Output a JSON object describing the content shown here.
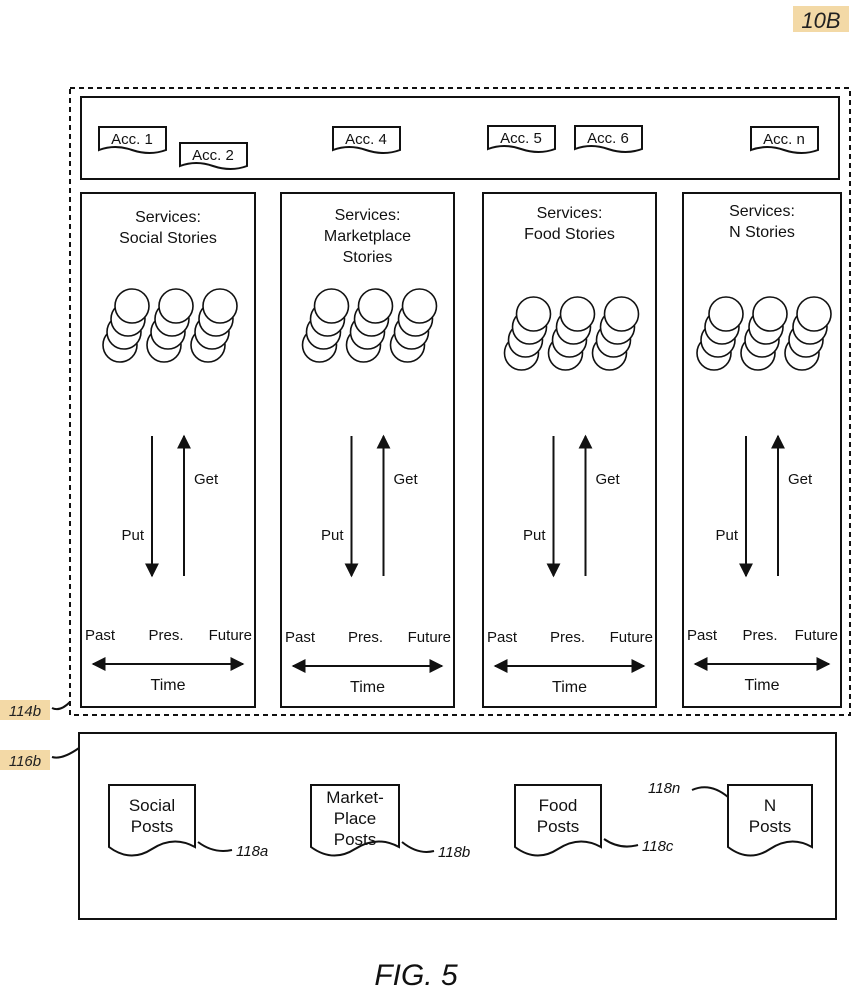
{
  "figure_id": "10B",
  "caption": "FIG. 5",
  "refs": {
    "dashed_box": "114b",
    "posts_box": "116b",
    "post_a": "118a",
    "post_b": "118b",
    "post_c": "118c",
    "post_n": "118n"
  },
  "accounts": [
    "Acc. 1",
    "Acc. 2",
    "Acc. 4",
    "Acc. 5",
    "Acc. 6",
    "Acc. n"
  ],
  "columns": [
    {
      "title_lines": [
        "Services:",
        "Social Stories"
      ]
    },
    {
      "title_lines": [
        "Services:",
        "Marketplace",
        "Stories"
      ]
    },
    {
      "title_lines": [
        "Services:",
        "Food Stories"
      ]
    },
    {
      "title_lines": [
        "Services:",
        "N Stories"
      ]
    }
  ],
  "flow": {
    "put": "Put",
    "get": "Get"
  },
  "timeline": {
    "past": "Past",
    "present": "Pres.",
    "future": "Future",
    "axis": "Time"
  },
  "posts": [
    {
      "lines": [
        "Social",
        "Posts"
      ]
    },
    {
      "lines": [
        "Market-",
        "Place",
        "Posts"
      ]
    },
    {
      "lines": [
        "Food",
        "Posts"
      ]
    },
    {
      "lines": [
        "N",
        "Posts"
      ]
    }
  ],
  "colors": {
    "line": "#111111",
    "label_highlight": "#f3d9a6"
  }
}
